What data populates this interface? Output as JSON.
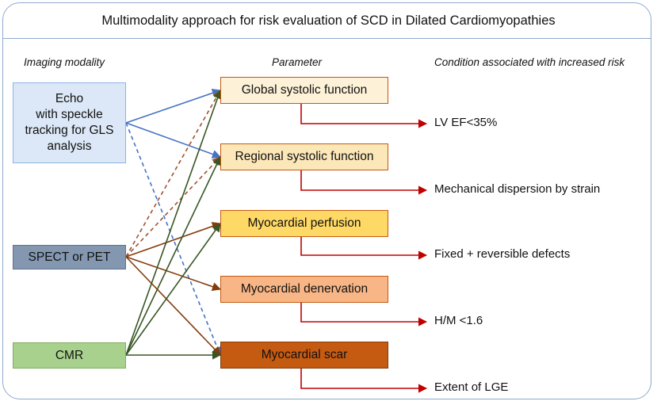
{
  "title": "Multimodality approach for risk evaluation of SCD in Dilated Cardiomyopathies",
  "column_headers": {
    "modality": "Imaging modality",
    "parameter": "Parameter",
    "condition": "Condition associated with increased risk"
  },
  "modalities": [
    {
      "id": "echo",
      "label": "Echo\nwith speckle\ntracking for GLS\nanalysis",
      "fill": "#dce8f7",
      "border": "#8eb4e3"
    },
    {
      "id": "spect",
      "label": "SPECT or PET",
      "fill": "#8497b0",
      "border": "#5f7390"
    },
    {
      "id": "cmr",
      "label": "CMR",
      "fill": "#a9d18e",
      "border": "#7fae5e"
    }
  ],
  "parameters": [
    {
      "id": "global",
      "label": "Global systolic function",
      "fill": "#fdf2d8",
      "border": "#c55a11"
    },
    {
      "id": "regional",
      "label": "Regional systolic function",
      "fill": "#fce7b8",
      "border": "#c55a11"
    },
    {
      "id": "perfusion",
      "label": "Myocardial perfusion",
      "fill": "#ffd966",
      "border": "#c55a11"
    },
    {
      "id": "denervation",
      "label": "Myocardial denervation",
      "fill": "#f8b686",
      "border": "#c55a11"
    },
    {
      "id": "scar",
      "label": "Myocardial scar",
      "fill": "#c55a11",
      "border": "#843c0c"
    }
  ],
  "conditions": [
    {
      "id": "c1",
      "label": "LV EF<35%"
    },
    {
      "id": "c2",
      "label": "Mechanical dispersion by strain"
    },
    {
      "id": "c3",
      "label": "Fixed + reversible defects"
    },
    {
      "id": "c4",
      "label": "H/M <1.6"
    },
    {
      "id": "c5",
      "label": "Extent of LGE"
    }
  ],
  "links": [
    {
      "from": "echo",
      "to": "global",
      "style": "solid",
      "color": "#4472c4"
    },
    {
      "from": "echo",
      "to": "regional",
      "style": "solid",
      "color": "#4472c4"
    },
    {
      "from": "echo",
      "to": "scar",
      "style": "dashed",
      "color": "#4472c4"
    },
    {
      "from": "spect",
      "to": "global",
      "style": "dashed",
      "color": "#a0522d"
    },
    {
      "from": "spect",
      "to": "regional",
      "style": "dashed",
      "color": "#a0522d"
    },
    {
      "from": "spect",
      "to": "perfusion",
      "style": "solid",
      "color": "#843c0c"
    },
    {
      "from": "spect",
      "to": "denervation",
      "style": "solid",
      "color": "#843c0c"
    },
    {
      "from": "spect",
      "to": "scar",
      "style": "solid",
      "color": "#843c0c"
    },
    {
      "from": "cmr",
      "to": "global",
      "style": "solid",
      "color": "#375623"
    },
    {
      "from": "cmr",
      "to": "regional",
      "style": "solid",
      "color": "#375623"
    },
    {
      "from": "cmr",
      "to": "perfusion",
      "style": "solid",
      "color": "#375623"
    },
    {
      "from": "cmr",
      "to": "scar",
      "style": "solid",
      "color": "#375623"
    }
  ],
  "condition_arrow_color": "#c00000"
}
